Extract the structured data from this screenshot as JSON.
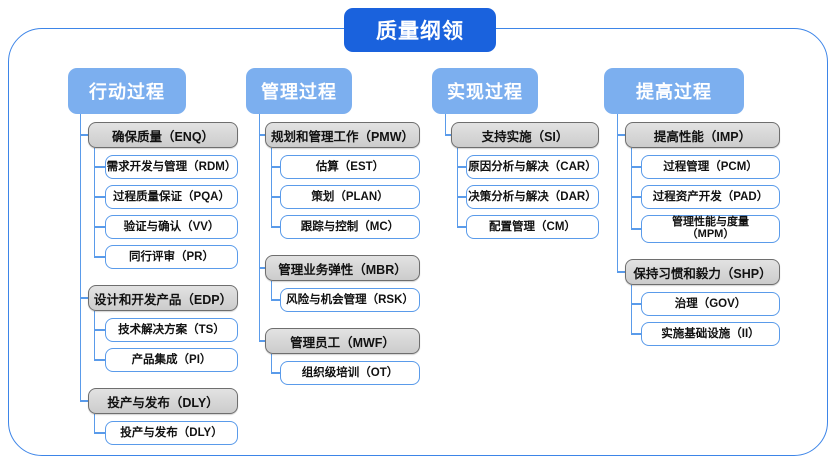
{
  "diagram": {
    "title": "质量纲领",
    "type": "organizational-tree",
    "accent_color": "#1a62dd",
    "header_color": "#7cafef",
    "group_color": "#d4d4d4",
    "leaf_border_color": "#5a9bea",
    "frame_color": "#3d85e8"
  },
  "columns": [
    {
      "header": "行动过程",
      "groups": [
        {
          "label": "确保质量（ENQ）",
          "children": [
            "需求开发与管理（RDM）",
            "过程质量保证（PQA）",
            "验证与确认（VV）",
            "同行评审（PR）"
          ]
        },
        {
          "label": "设计和开发产品（EDP）",
          "children": [
            "技术解决方案（TS）",
            "产品集成（PI）"
          ]
        },
        {
          "label": "投产与发布（DLY）",
          "children": [
            "投产与发布（DLY）"
          ]
        }
      ]
    },
    {
      "header": "管理过程",
      "groups": [
        {
          "label": "规划和管理工作（PMW）",
          "children": [
            "估算（EST）",
            "策划（PLAN）",
            "跟踪与控制（MC）"
          ]
        },
        {
          "label": "管理业务弹性（MBR）",
          "children": [
            "风险与机会管理（RSK）"
          ]
        },
        {
          "label": "管理员工（MWF）",
          "children": [
            "组织级培训（OT）"
          ]
        }
      ]
    },
    {
      "header": "实现过程",
      "groups": [
        {
          "label": "支持实施（SI）",
          "children": [
            "原因分析与解决（CAR）",
            "决策分析与解决（DAR）",
            "配置管理（CM）"
          ]
        }
      ]
    },
    {
      "header": "提高过程",
      "groups": [
        {
          "label": "提高性能（IMP）",
          "children": [
            "过程管理（PCM）",
            "过程资产开发（PAD）",
            "管理性能与度量\n（MPM）"
          ]
        },
        {
          "label": "保持习惯和毅力（SHP）",
          "children": [
            "治理（GOV）",
            "实施基础设施（II）"
          ]
        }
      ]
    }
  ]
}
